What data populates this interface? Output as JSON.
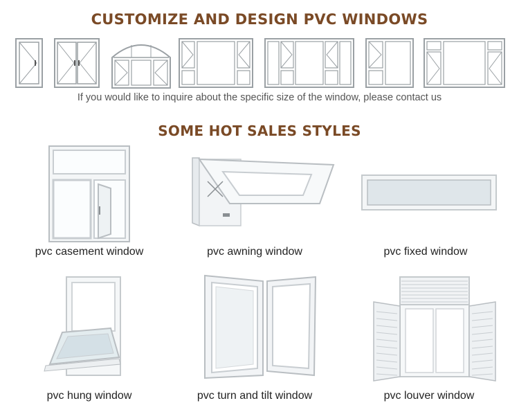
{
  "header": {
    "title": "CUSTOMIZE AND DESIGN PVC WINDOWS",
    "note": "If you would like to inquire about the specific size of the window, please contact us"
  },
  "hot_sales": {
    "title": "SOME HOT SALES STYLES",
    "products": [
      {
        "label": "pvc casement window",
        "icon": "casement-window"
      },
      {
        "label": "pvc awning window",
        "icon": "awning-window"
      },
      {
        "label": "pvc fixed window",
        "icon": "fixed-window"
      },
      {
        "label": "pvc hung window",
        "icon": "hung-window"
      },
      {
        "label": "pvc turn and tilt window",
        "icon": "turn-tilt-window"
      },
      {
        "label": "pvc louver window",
        "icon": "louver-window"
      }
    ]
  },
  "colors": {
    "heading": "#7a4a26",
    "frame": "#cfd3d6",
    "glass": "#eef3f6"
  }
}
